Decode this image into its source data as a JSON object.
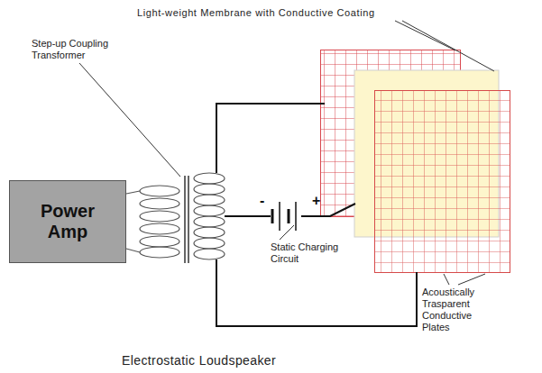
{
  "diagram": {
    "caption": "Electrostatic Loudspeaker",
    "nodes": [
      {
        "text": [
          "Power Amp"
        ]
      }
    ],
    "labels": [
      "Light-weight Membrane with Conductive Coating",
      "Step-up Coupling Transformer",
      "-",
      "+",
      "Static Charging Circuit",
      "Acoustically Trasparent Conductive Plates"
    ]
  }
}
